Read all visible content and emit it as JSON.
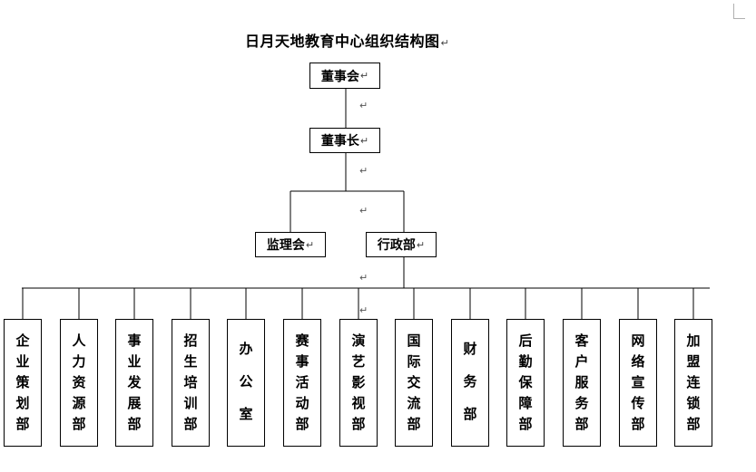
{
  "title": "日月天地教育中心组织结构图",
  "paragraph_mark": "↵",
  "top_nodes": {
    "board": "董事会",
    "chairman": "董事长",
    "supervisory": "监理会",
    "admin": "行政部"
  },
  "departments": [
    {
      "label": "企业策划部",
      "chars": [
        "企",
        "业",
        "策",
        "划",
        "部"
      ]
    },
    {
      "label": "人力资源部",
      "chars": [
        "人",
        "力",
        "资",
        "源",
        "部"
      ]
    },
    {
      "label": "事业发展部",
      "chars": [
        "事",
        "业",
        "发",
        "展",
        "部"
      ]
    },
    {
      "label": "招生培训部",
      "chars": [
        "招",
        "生",
        "培",
        "训",
        "部"
      ]
    },
    {
      "label": "办公室",
      "chars": [
        "办",
        "公",
        "室"
      ]
    },
    {
      "label": "赛事活动部",
      "chars": [
        "赛",
        "事",
        "活",
        "动",
        "部"
      ]
    },
    {
      "label": "演艺影视部",
      "chars": [
        "演",
        "艺",
        "影",
        "视",
        "部"
      ]
    },
    {
      "label": "国际交流部",
      "chars": [
        "国",
        "际",
        "交",
        "流",
        "部"
      ]
    },
    {
      "label": "财务部",
      "chars": [
        "财",
        "务",
        "部"
      ]
    },
    {
      "label": "后勤保障部",
      "chars": [
        "后",
        "勤",
        "保",
        "障",
        "部"
      ]
    },
    {
      "label": "客户服务部",
      "chars": [
        "客",
        "户",
        "服",
        "务",
        "部"
      ]
    },
    {
      "label": "网络宣传部",
      "chars": [
        "网",
        "络",
        "宣",
        "传",
        "部"
      ]
    },
    {
      "label": "加盟连锁部",
      "chars": [
        "加",
        "盟",
        "连",
        "锁",
        "部"
      ]
    }
  ]
}
